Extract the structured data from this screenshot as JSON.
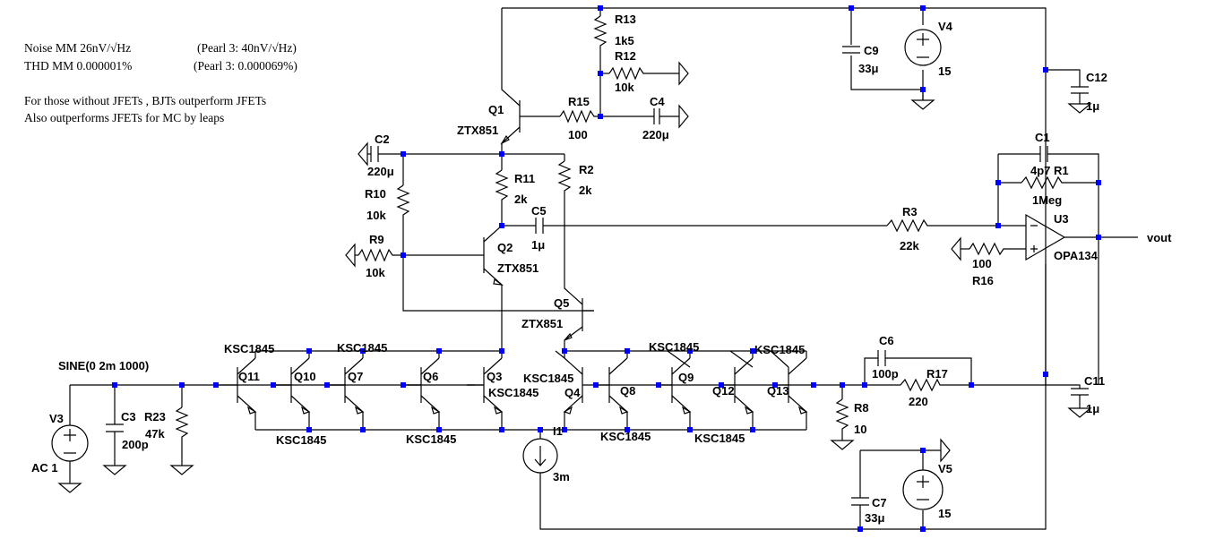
{
  "notes": [
    "Noise MM 26nV/√Hz",
    "(Pearl 3: 40nV/√Hz)",
    "THD MM 0.000001%",
    "(Pearl 3: 0.000069%)",
    "For those without JFETs , BJTs outperform JFETs",
    "Also outperforms JFETs for MC by leaps"
  ],
  "labels": {
    "r13": "R13",
    "r13v": "1k5",
    "r12": "R12",
    "r12v": "10k",
    "r15": "R15",
    "r15v": "100",
    "c4": "C4",
    "c4v": "220μ",
    "q1": "Q1",
    "q1t": "ZTX851",
    "c9": "C9",
    "c9v": "33μ",
    "v4": "V4",
    "v4v": "15",
    "c12": "C12",
    "c12v": "1μ",
    "c2": "C2",
    "c2v": "220μ",
    "r11": "R11",
    "r11v": "2k",
    "r2": "R2",
    "r2v": "2k",
    "r10": "R10",
    "r10v": "10k",
    "c5": "C5",
    "c5v": "1μ",
    "r9": "R9",
    "r9v": "10k",
    "q2": "Q2",
    "q2t": "ZTX851",
    "q5": "Q5",
    "q5t": "ZTX851",
    "r3": "R3",
    "r3v": "22k",
    "c1": "C1",
    "c1v": "4p7",
    "r1": "R1",
    "r1v": "1Meg",
    "u3": "U3",
    "u3t": "OPA134",
    "vout": "vout",
    "r16": "R16",
    "r16v": "100",
    "ksc1": "KSC1845",
    "ksc2": "KSC1845",
    "ksc3": "KSC1845",
    "ksc4": "KSC1845",
    "ksc5": "KSC1845",
    "ksc6": "KSC1845",
    "ksc7": "KSC1845",
    "ksc8": "KSC1845",
    "ksc9": "KSC1845",
    "ksc10": "KSC1845",
    "q11": "Q11",
    "q10": "Q10",
    "q7": "Q7",
    "q6": "Q6",
    "q3": "Q3",
    "q4": "Q4",
    "q8": "Q8",
    "q9": "Q9",
    "q12": "Q12",
    "q13": "Q13",
    "sine": "SINE(0 2m 1000)",
    "v3": "V3",
    "ac": "AC 1",
    "c3": "C3",
    "c3v": "200p",
    "r23": "R23",
    "r23v": "47k",
    "i1": "I1",
    "i1v": "3m",
    "c6": "C6",
    "c6v": "100p",
    "r17": "R17",
    "r17v": "220",
    "r8": "R8",
    "r8v": "10",
    "c11": "C11",
    "c11v": "1μ",
    "c7": "C7",
    "c7v": "33μ",
    "v5": "V5",
    "v5v": "15"
  }
}
